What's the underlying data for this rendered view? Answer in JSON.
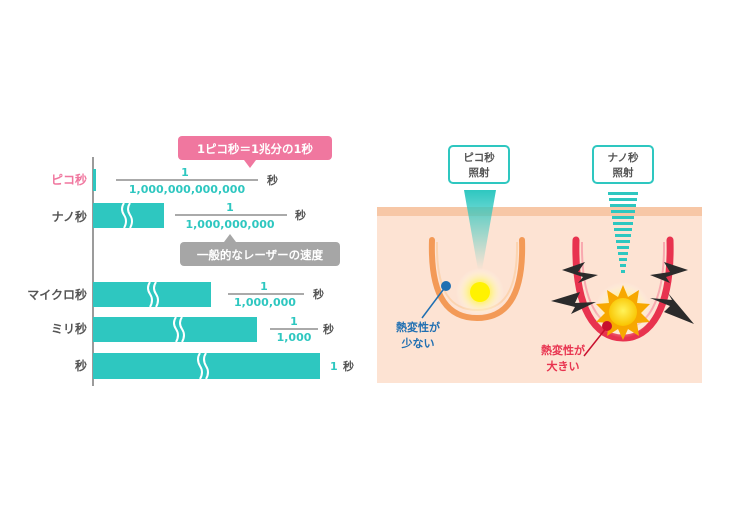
{
  "colors": {
    "teal": "#2ec7c0",
    "pink": "#f0779f",
    "gray_text": "#555555",
    "gray_callout": "#a6a6a6",
    "skin": "#fde3d3",
    "skin_top": "#f7c7a6",
    "red": "#e8334f",
    "blue": "#1f6fb2",
    "orange": "#f39a57"
  },
  "timescale": {
    "callout_top": "1ピコ秒＝1兆分の1秒",
    "callout_bottom": "一般的なレーザーの速度",
    "rows": [
      {
        "label": "ピコ秒",
        "numerator": "1",
        "denominator": "1,000,000,000,000",
        "unit": "秒",
        "highlight": true
      },
      {
        "label": "ナノ秒",
        "numerator": "1",
        "denominator": "1,000,000,000",
        "unit": "秒",
        "highlight": false
      },
      {
        "label": "マイクロ秒",
        "numerator": "1",
        "denominator": "1,000,000",
        "unit": "秒",
        "highlight": false
      },
      {
        "label": "ミリ秒",
        "numerator": "1",
        "denominator": "1,000",
        "unit": "秒",
        "highlight": false
      },
      {
        "label": "秒",
        "plain_value": "1",
        "unit": "秒",
        "highlight": false
      }
    ]
  },
  "skin_diagram": {
    "pico_box": [
      "ピコ秒",
      "照射"
    ],
    "nano_box": [
      "ナノ秒",
      "照射"
    ],
    "pico_note": [
      "熱変性が",
      "少ない"
    ],
    "nano_note": [
      "熱変性が",
      "大きい"
    ]
  }
}
